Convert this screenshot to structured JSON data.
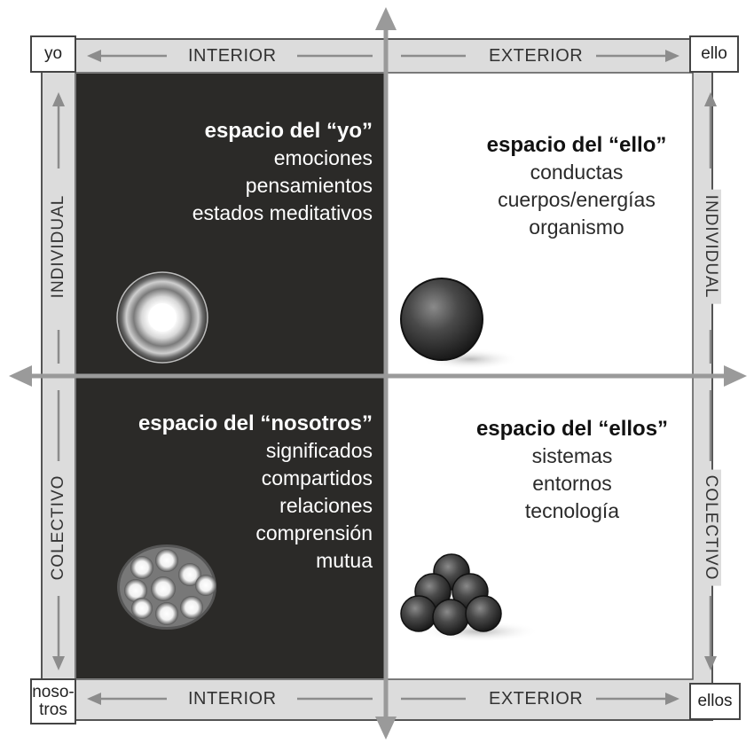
{
  "corners": {
    "top_left": "yo",
    "top_right": "ello",
    "bottom_left": [
      "noso-",
      "tros"
    ],
    "bottom_right": "ellos"
  },
  "axes": {
    "top_left": "INTERIOR",
    "top_right": "EXTERIOR",
    "bottom_left": "INTERIOR",
    "bottom_right": "EXTERIOR",
    "left_upper": "INDIVIDUAL",
    "left_lower": "COLECTIVO",
    "right_upper": "INDIVIDUAL",
    "right_lower": "COLECTIVO"
  },
  "quadrants": {
    "upper_left": {
      "title": "espacio del “yo”",
      "items": [
        "emociones",
        "pensamientos",
        "estados meditativos"
      ]
    },
    "upper_right": {
      "title": "espacio del “ello”",
      "items": [
        "conductas",
        "cuerpos/energías",
        "organismo"
      ]
    },
    "lower_left": {
      "title": "espacio del “nosotros”",
      "items": [
        "significados",
        "compartidos",
        "relaciones",
        "comprensión",
        "mutua"
      ]
    },
    "lower_right": {
      "title": "espacio del “ellos”",
      "items": [
        "sistemas",
        "entornos",
        "tecnología"
      ]
    }
  },
  "colors": {
    "dark_panel": "#2b2a28",
    "frame": "#dcdcdc",
    "arrow": "#8c8c8c",
    "axis": "#9a9a9a"
  },
  "icons": [
    "glowing-orb-icon",
    "solid-sphere-icon",
    "glowing-cluster-icon",
    "sphere-pile-icon"
  ]
}
